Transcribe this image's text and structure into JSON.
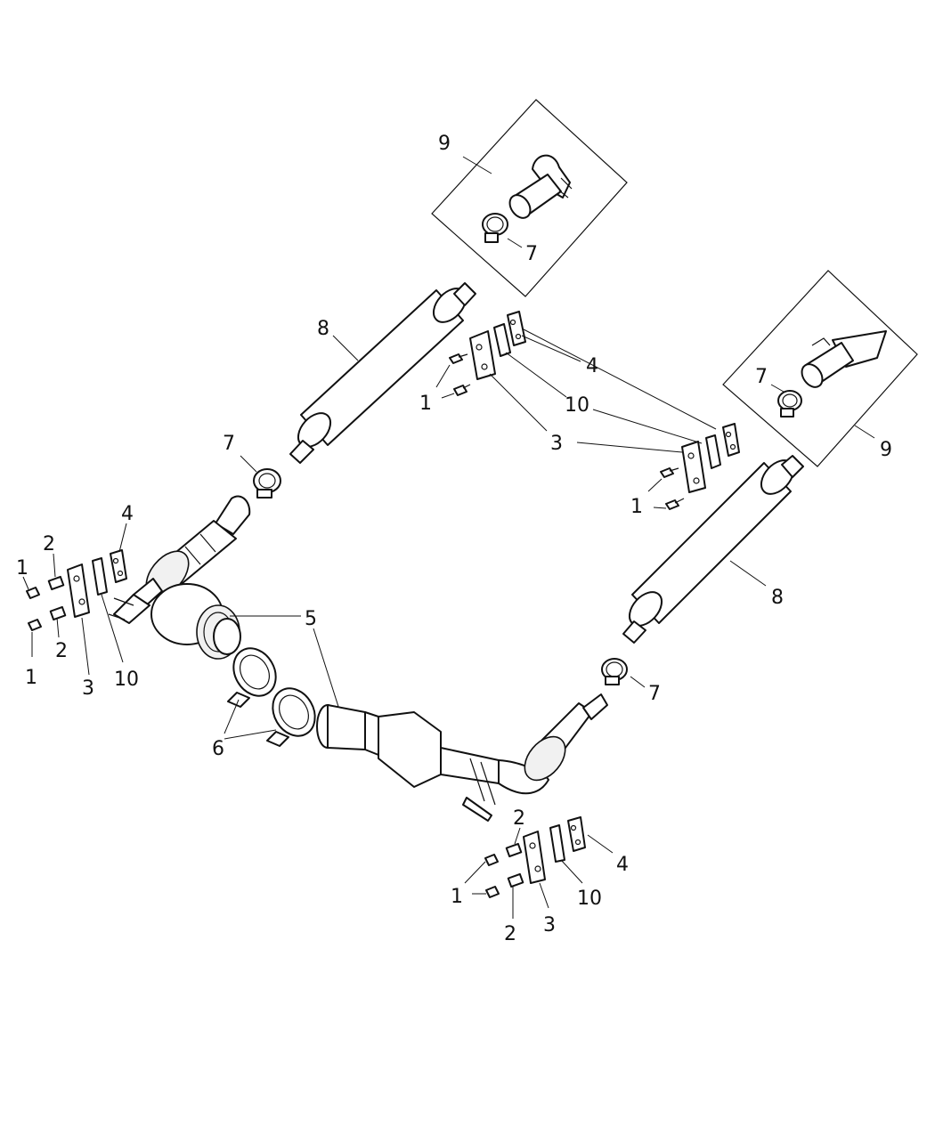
{
  "callouts": {
    "c_9a": "9",
    "c_7a": "7",
    "c_8a": "8",
    "c_4a": "4",
    "c_1a": "1",
    "c_10a": "10",
    "c_3a": "3",
    "c_7b": "7",
    "c_9b": "9",
    "c_1b": "1",
    "c_4l": "4",
    "c_2l1": "2",
    "c_1l1": "1",
    "c_1l2": "1",
    "c_2l2": "2",
    "c_3l": "3",
    "c_10l": "10",
    "c_5": "5",
    "c_8b": "8",
    "c_7c": "7",
    "c_7d": "7",
    "c_6": "6",
    "c_2r1": "2",
    "c_4r": "4",
    "c_1r": "1",
    "c_10r": "10",
    "c_2r2": "2",
    "c_3r": "3"
  }
}
